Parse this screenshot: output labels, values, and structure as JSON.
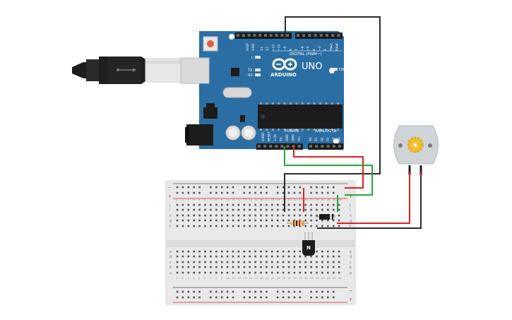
{
  "arduino": {
    "brand": "ARDUINO",
    "model": "UNO",
    "aref": "AREF",
    "gnd": "GND",
    "digital_label": "DIGITAL (PWM~)",
    "digital_pins": [
      "13",
      "12",
      "~11",
      "~10",
      "~9",
      "8",
      "7",
      "~6",
      "~5",
      "4",
      "~3",
      "2",
      "TX▸1",
      "RX◂0"
    ],
    "led_l": "L",
    "led_tx": "TX",
    "led_rx": "RX",
    "on_label": "ON",
    "power_label": "POWER",
    "analog_label": "ANALOG IN",
    "power_pins": [
      "IOREF",
      "RESET",
      "3.3V",
      "5V",
      "GND",
      "GND",
      "Vin"
    ],
    "analog_pins": [
      "A0",
      "A1",
      "A2",
      "A3",
      "A4",
      "A5"
    ]
  },
  "breadboard": {
    "row_letters": [
      "j",
      "i",
      "h",
      "g",
      "f",
      "e",
      "d",
      "c",
      "b",
      "a"
    ],
    "plus_label": "+",
    "minus_label": "−"
  },
  "transistor": {
    "label": "N"
  },
  "colors": {
    "arduino_blue": "#2b6ea3",
    "wire_red": "#e0201e",
    "wire_green": "#24a83a",
    "wire_black": "#2b2b2b",
    "rail_red": "#e0201e",
    "breadboard": "#e9e9e9",
    "motor_body": "#cfd4d8",
    "motor_gear": "#f2c12e"
  }
}
